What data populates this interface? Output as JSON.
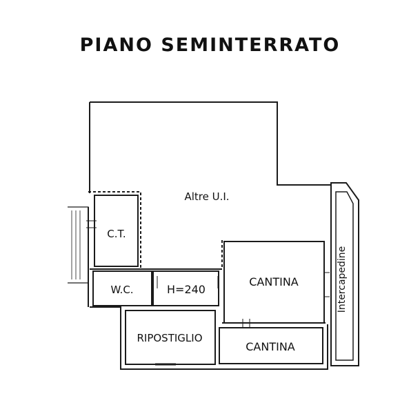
{
  "title": "PIANO SEMINTERRATO",
  "rooms": {
    "altre_ui": "Altre U.I.",
    "ct": "C.T.",
    "wc": "W.C.",
    "height": "H=240",
    "cantina_upper": "CANTINA",
    "ripostiglio": "RIPOSTIGLIO",
    "cantina_lower": "CANTINA",
    "intercapedine": "Intercapedine"
  },
  "colors": {
    "wall": "#1a1a1a",
    "background": "#ffffff"
  }
}
